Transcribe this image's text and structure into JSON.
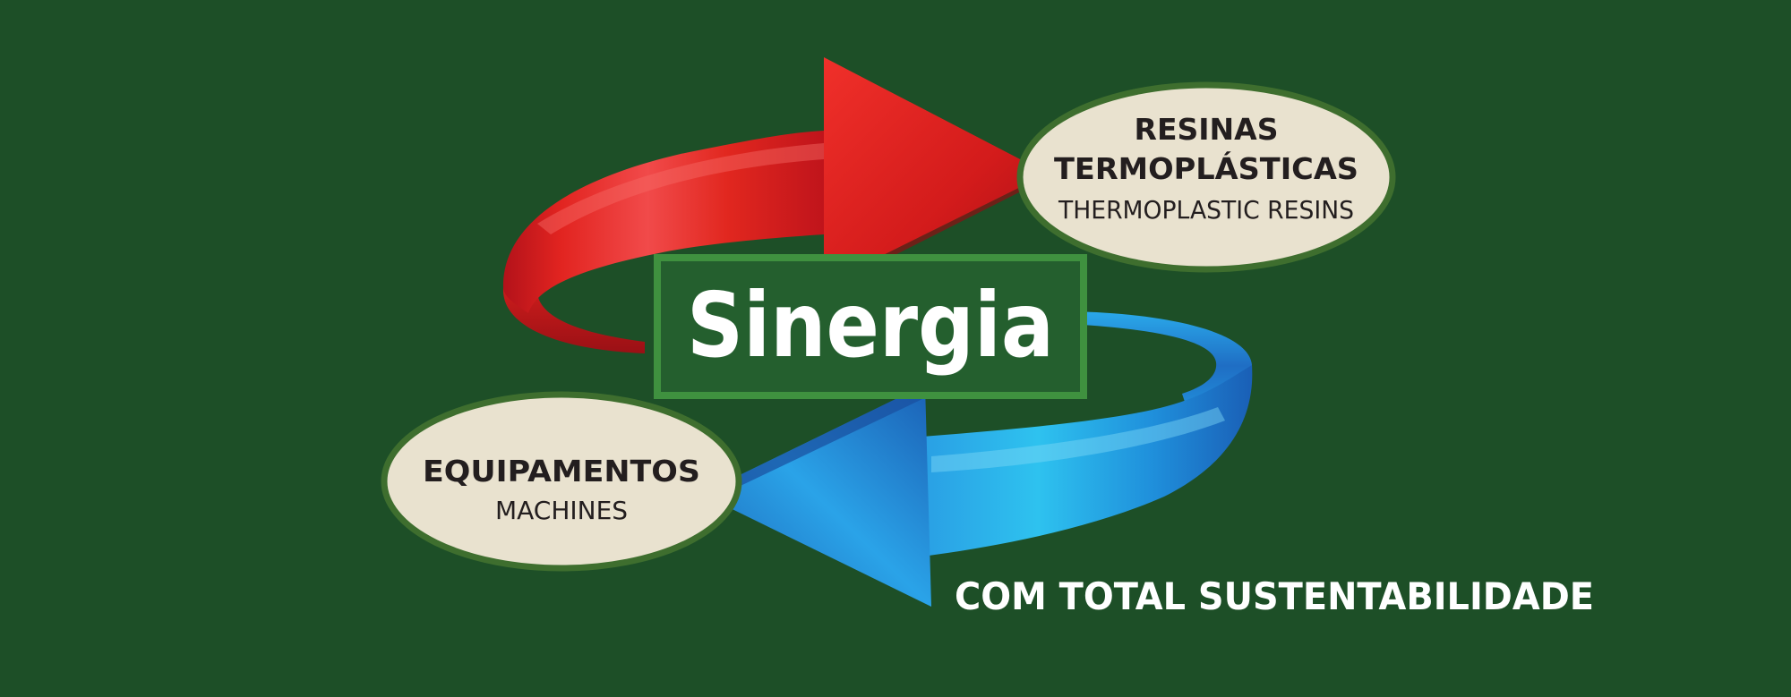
{
  "colors": {
    "background": "#1d4f27",
    "center_box": "#245f2e",
    "center_border": "#3f913f",
    "oval_fill": "#e9e2cf",
    "oval_border": "#3e6e2e",
    "red_arrow": "#e8201c",
    "blue_arrow": "#1e8fdc",
    "label_text": "#231e1f",
    "white_text": "#ffffff"
  },
  "center": {
    "title": "Sinergia"
  },
  "nodes": {
    "resins": {
      "line1": "RESINAS",
      "line2": "TERMOPLÁSTICAS",
      "subtitle": "THERMOPLASTIC RESINS"
    },
    "machines": {
      "title": "EQUIPAMENTOS",
      "subtitle": "MACHINES"
    }
  },
  "tagline": "COM TOTAL SUSTENTABILIDADE",
  "arrows": [
    {
      "name": "red-arrow",
      "from": "equipamentos",
      "to": "resinas",
      "color": "red"
    },
    {
      "name": "blue-arrow",
      "from": "resinas",
      "to": "equipamentos",
      "color": "blue"
    }
  ]
}
